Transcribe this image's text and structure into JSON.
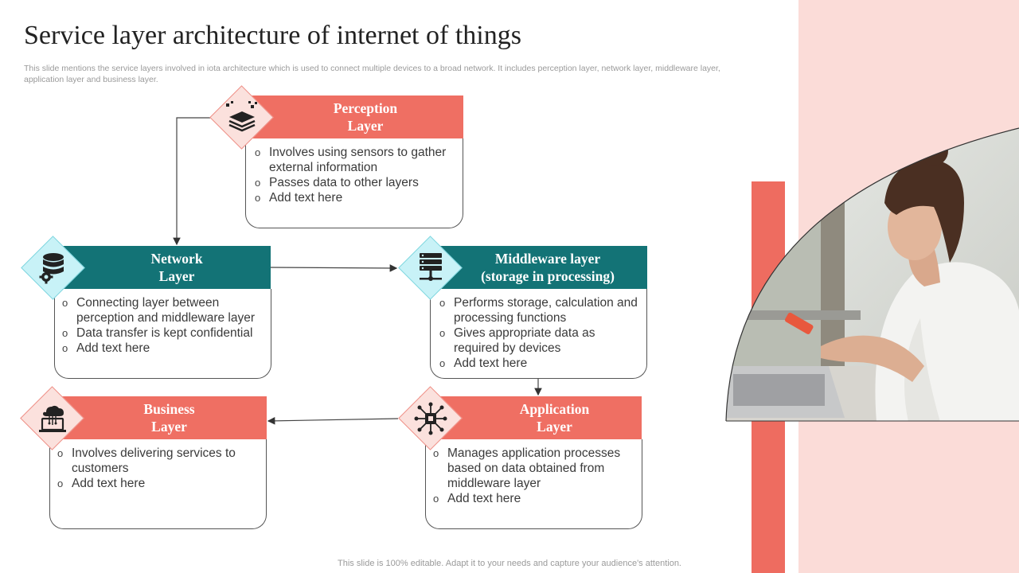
{
  "title": "Service layer architecture of internet of things",
  "subtitle": "This slide mentions the service layers involved in iota architecture which is used to connect multiple devices to a broad network. It includes perception layer, network layer, middleware layer, application layer and business layer.",
  "footer": "This slide is 100% editable. Adapt it to your needs and capture your audience's attention.",
  "colors": {
    "coral": "#ef6f63",
    "teal": "#137376",
    "pink_bg": "#fbdcd8"
  },
  "layers": {
    "perception": {
      "title_1": "Perception",
      "title_2": "Layer",
      "icon": "stacked-layers-icon",
      "points": [
        "Involves  using sensors to gather external information",
        "Passes data to other layers",
        "Add text here"
      ]
    },
    "network": {
      "title_1": "Network",
      "title_2": "Layer",
      "icon": "database-gear-icon",
      "points": [
        "Connecting layer between perception and middleware layer",
        "Data transfer  is kept confidential",
        "Add text here"
      ]
    },
    "middleware": {
      "title_1": "Middleware layer",
      "title_2": "(storage in processing)",
      "icon": "server-rack-icon",
      "points": [
        "Performs storage, calculation and processing functions",
        "Gives appropriate data as required by devices",
        "Add text here"
      ]
    },
    "business": {
      "title_1": "Business",
      "title_2": "Layer",
      "icon": "cloud-laptop-icon",
      "points": [
        "Involves  delivering services to customers",
        "Add text here"
      ]
    },
    "application": {
      "title_1": "Application",
      "title_2": "Layer",
      "icon": "chip-network-icon",
      "points": [
        "Manages application processes based on data obtained from middleware layer",
        "Add text here"
      ]
    }
  }
}
